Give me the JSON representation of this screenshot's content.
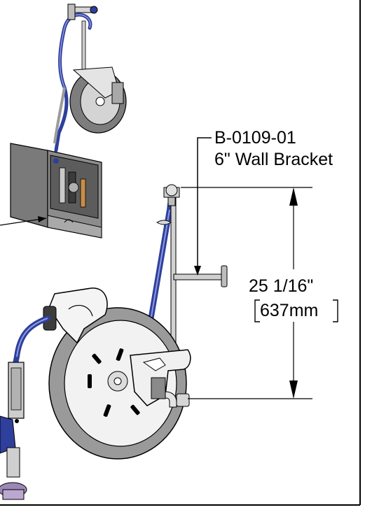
{
  "callout": {
    "part_number": "B-0109-01",
    "part_name": "6\" Wall Bracket"
  },
  "dimension": {
    "imperial": "25 1/16\"",
    "metric": "637mm"
  },
  "colors": {
    "hose_blue": "#2f3f9c",
    "hose_highlight": "#8e9ae0",
    "reel_gray": "#9a9a9a",
    "reel_dark": "#5a5a5a",
    "metal": "#c8c8c8",
    "line": "#000000"
  }
}
